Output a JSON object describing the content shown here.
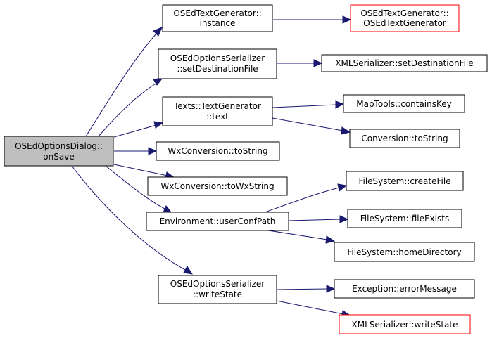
{
  "colors": {
    "edge": "#191970",
    "root_fill": "#bfbfbf",
    "missing_border": "#ff0000"
  },
  "nodes": {
    "on_save": [
      "OSEdOptionsDialog::",
      "onSave"
    ],
    "text_gen_instance": [
      "OSEdTextGenerator::",
      "instance"
    ],
    "text_gen_ctor": [
      "OSEdTextGenerator::",
      "OSEdTextGenerator"
    ],
    "set_dest_file": [
      "OSEdOptionsSerializer",
      "::setDestinationFile"
    ],
    "xml_set_dest_file": [
      "XMLSerializer::setDestinationFile"
    ],
    "texts_text": [
      "Texts::TextGenerator",
      "::text"
    ],
    "map_contains_key": [
      "MapTools::containsKey"
    ],
    "conversion_to_string": [
      "Conversion::toString"
    ],
    "wx_to_string": [
      "WxConversion::toString"
    ],
    "wx_to_wx_string": [
      "WxConversion::toWxString"
    ],
    "fs_create_file": [
      "FileSystem::createFile"
    ],
    "user_conf_path": [
      "Environment::userConfPath"
    ],
    "fs_file_exists": [
      "FileSystem::fileExists"
    ],
    "fs_home_directory": [
      "FileSystem::homeDirectory"
    ],
    "write_state": [
      "OSEdOptionsSerializer",
      "::writeState"
    ],
    "exception_error_message": [
      "Exception::errorMessage"
    ],
    "xml_write_state": [
      "XMLSerializer::writeState"
    ]
  }
}
